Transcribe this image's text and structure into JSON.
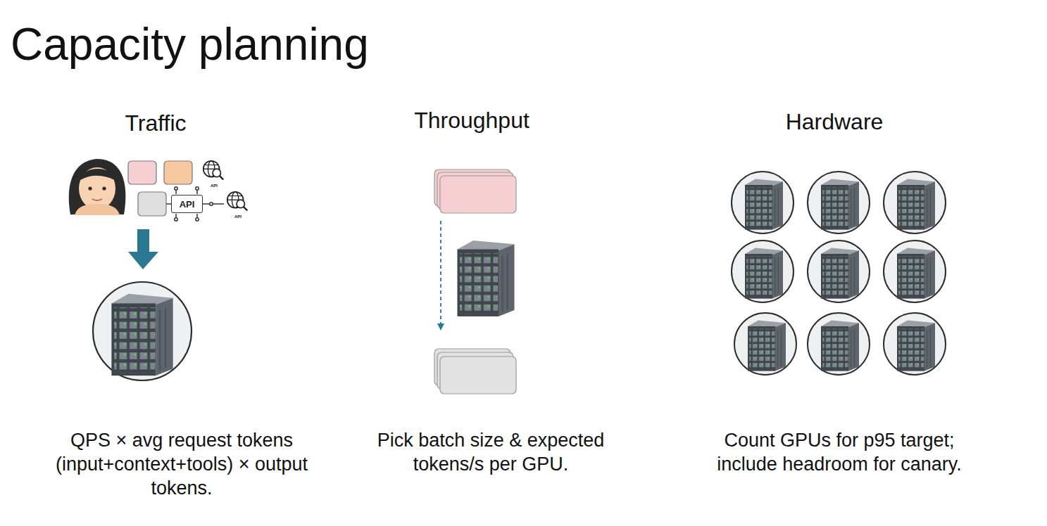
{
  "diagram": {
    "title": "Capacity planning",
    "nodes": [
      {
        "text": [
          "API"
        ]
      }
    ],
    "labels": [
      "Traffic",
      "Throughput",
      "Hardware",
      "API",
      "API",
      "QPS × avg request tokens (input+context+tools) × output tokens.",
      "Pick batch size & expected tokens/s per GPU.",
      "Count GPUs for p95 target; include headroom for canary."
    ]
  }
}
